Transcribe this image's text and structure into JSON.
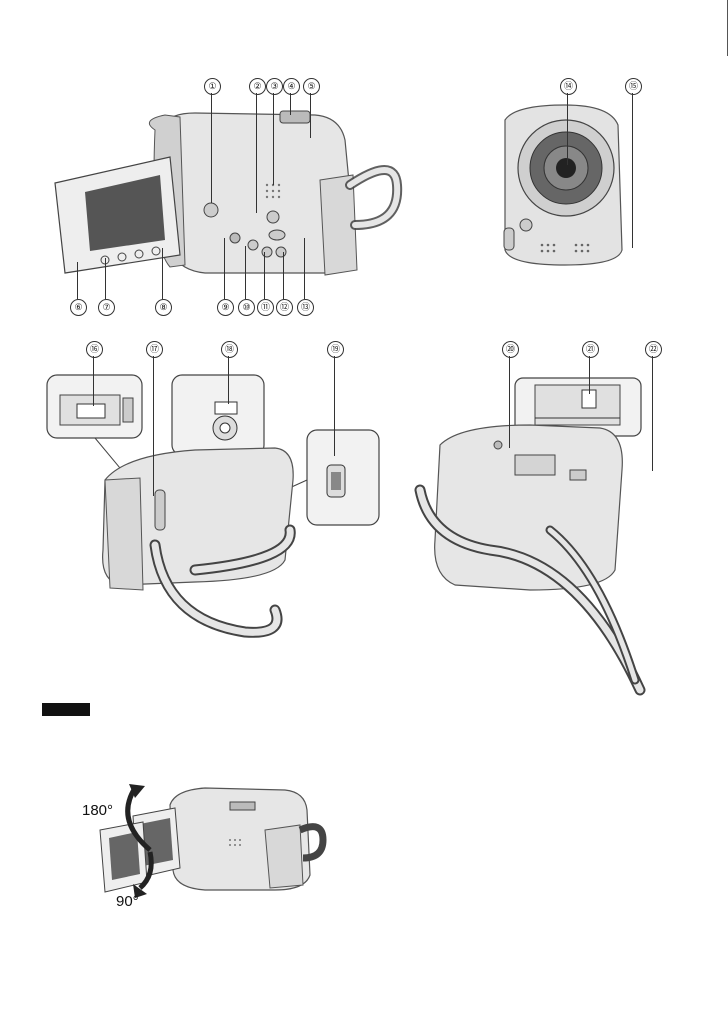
{
  "callouts": {
    "c1": "①",
    "c2": "②",
    "c3": "③",
    "c4": "④",
    "c5": "⑤",
    "c6": "⑥",
    "c7": "⑦",
    "c8": "⑧",
    "c9": "⑨",
    "c10": "⑩",
    "c11": "⑪",
    "c12": "⑫",
    "c13": "⑬",
    "c14": "⑭",
    "c15": "⑮",
    "c16": "⑯",
    "c17": "⑰",
    "c18": "⑱",
    "c19": "⑲",
    "c20": "⑳",
    "c21": "㉑",
    "c22": "㉒"
  },
  "rotation": {
    "upper_angle": "180°",
    "lower_angle": "90°"
  }
}
